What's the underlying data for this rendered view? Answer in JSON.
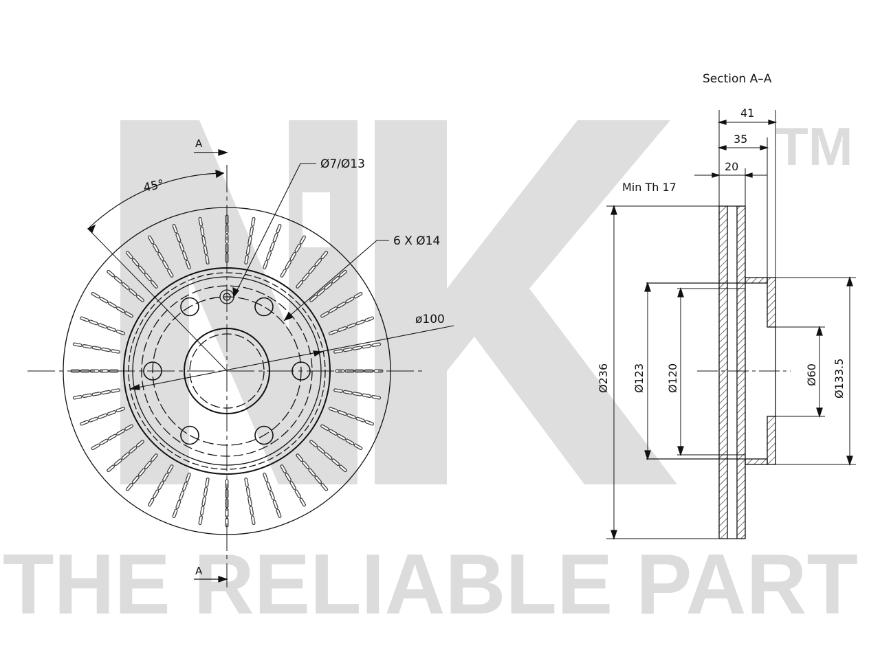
{
  "watermark": {
    "logo_letters": "NK",
    "trademark": "TM",
    "slogan": "THE RELIABLE PART"
  },
  "front_view": {
    "section_marker_top": "A",
    "section_marker_bottom": "A",
    "angle_label": "45°",
    "bolt_hole_label": "Ø7/Ø13",
    "hole_count_label": "6 X Ø14",
    "pcd_label": "ø100"
  },
  "section_view": {
    "title": "Section A–A",
    "dim_41": "41",
    "dim_35": "35",
    "dim_20": "20",
    "min_thickness": "Min Th 17",
    "dia_236": "Ø236",
    "dia_123": "Ø123",
    "dia_120": "Ø120",
    "dia_60": "Ø60",
    "dia_133_5": "Ø133.5"
  },
  "colors": {
    "line": "#111111",
    "watermark": "#dcdcdc"
  }
}
